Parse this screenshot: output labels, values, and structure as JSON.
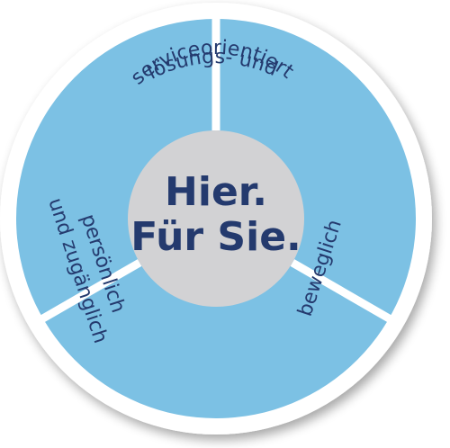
{
  "diagram": {
    "center": {
      "line1": "Hier.",
      "line2": "Für Sie."
    },
    "segments": {
      "top": {
        "line1": "lösungs- und",
        "line2": "serviceorientiert"
      },
      "right": {
        "line1": "beweglich"
      },
      "left": {
        "line1": "persönlich",
        "line2": "und zugänglich"
      }
    },
    "colors": {
      "segment_fill": "#7cc1e4",
      "divider": "#ffffff",
      "outer_rim": "#ffffff",
      "center_fill": "#d2d2d4",
      "text": "#243a6e"
    }
  }
}
